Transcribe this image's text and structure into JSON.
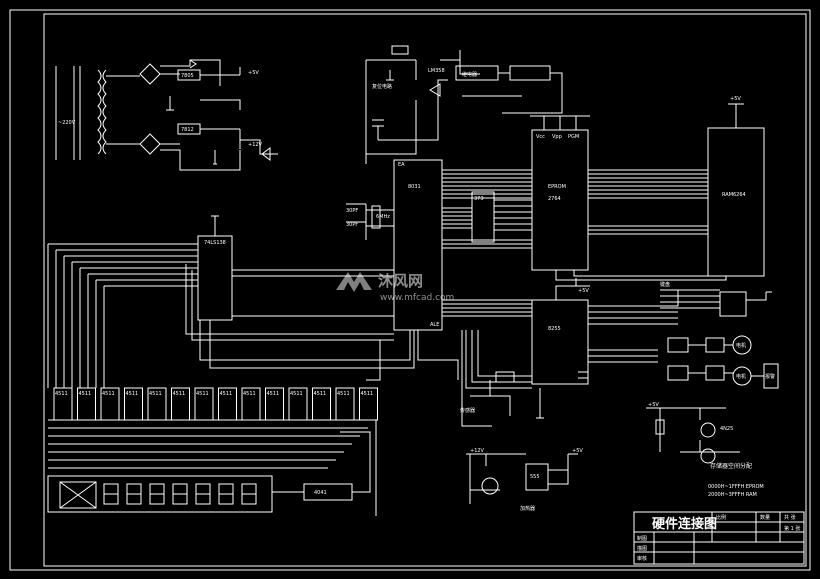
{
  "title_block": {
    "title": "硬件连接图",
    "cells": [
      "比例",
      "数量",
      "共 张",
      "第 1 张",
      "制图",
      "描图",
      "审核"
    ]
  },
  "chips": {
    "cpu": "8031",
    "eprom": "EPROM",
    "eprom_sub": "2764",
    "ram": "RAM6264",
    "latch": "373",
    "ppi": "8255",
    "decoder": "74LS138",
    "driver": "4511",
    "crystal": "6MHz",
    "cap1": "30PF",
    "cap2": "30PF",
    "reg1": "7805",
    "reg2": "7812",
    "ic_555": "555",
    "comparator": "LM358",
    "opto1": "4N25",
    "ic_4041": "4041"
  },
  "labels": {
    "ac_in": "~220V",
    "vcc": "+5V",
    "v12": "+12V",
    "reset": "复位电路",
    "storage": "存储器空间分配",
    "mem_line1": "0000H~1FFFH  EPROM",
    "mem_line2": "2000H~3FFFH  RAM",
    "motor_a": "电机",
    "motor_b": "电机",
    "keypad": "键盘",
    "relay": "继电器",
    "alarm": "报警",
    "sensor": "传感器",
    "heater": "加热器",
    "pin_ea": "EA",
    "pin_ale": "ALE",
    "pin_vcc": "Vcc",
    "pin_vpp": "Vpp",
    "pin_pgm": "PGM"
  },
  "watermark": {
    "brand": "沐风网",
    "url": "www.mfcad.com"
  }
}
